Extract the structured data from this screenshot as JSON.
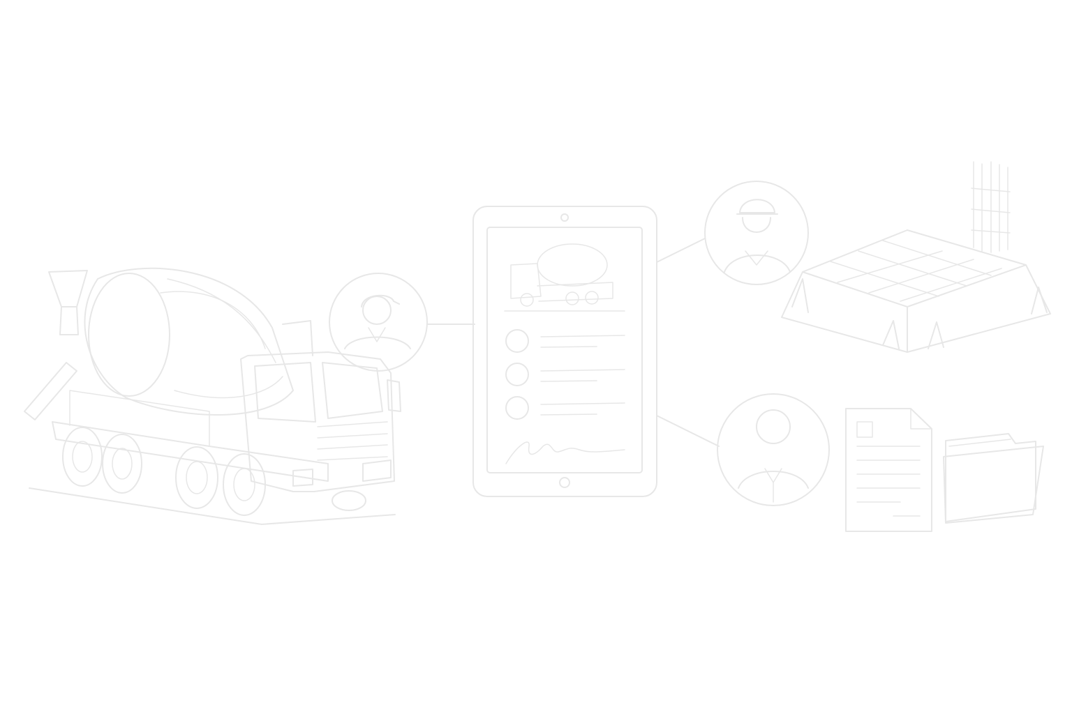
{
  "diagram": {
    "style": "line-art",
    "palette": {
      "background": "#ffffff",
      "stroke": "#e7e7e7"
    },
    "nodes": [
      {
        "id": "mixer-truck",
        "icon": "concrete-mixer-truck-icon"
      },
      {
        "id": "driver",
        "icon": "driver-avatar-icon"
      },
      {
        "id": "tablet",
        "icon": "tablet-delivery-ticket-icon"
      },
      {
        "id": "site-engineer",
        "icon": "engineer-hardhat-avatar-icon"
      },
      {
        "id": "foundation",
        "icon": "concrete-slab-rebar-icon"
      },
      {
        "id": "office-manager",
        "icon": "office-person-avatar-icon"
      },
      {
        "id": "document",
        "icon": "document-icon"
      },
      {
        "id": "folder",
        "icon": "folder-icon"
      }
    ],
    "connections": [
      {
        "from": "driver",
        "to": "tablet"
      },
      {
        "from": "tablet",
        "to": "site-engineer"
      },
      {
        "from": "tablet",
        "to": "office-manager"
      }
    ]
  }
}
